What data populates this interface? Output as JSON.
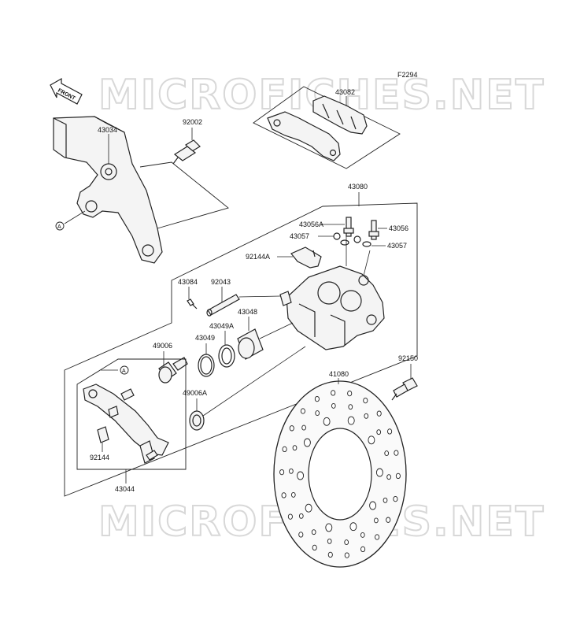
{
  "figure_code": "F2294",
  "watermarks": [
    "MICROFICHES.NET",
    "MICROFICHES.NET"
  ],
  "front_arrow": "FRONT",
  "ref_markers": [
    "A",
    "A"
  ],
  "parts": [
    {
      "id": "p43082",
      "label": "43082"
    },
    {
      "id": "p43034",
      "label": "43034"
    },
    {
      "id": "p92002",
      "label": "92002"
    },
    {
      "id": "p43080",
      "label": "43080"
    },
    {
      "id": "p43056A",
      "label": "43056A"
    },
    {
      "id": "p43056",
      "label": "43056"
    },
    {
      "id": "p43057a",
      "label": "43057"
    },
    {
      "id": "p43057b",
      "label": "43057"
    },
    {
      "id": "p92144A",
      "label": "92144A"
    },
    {
      "id": "p43084",
      "label": "43084"
    },
    {
      "id": "p92043",
      "label": "92043"
    },
    {
      "id": "p43048",
      "label": "43048"
    },
    {
      "id": "p43049A",
      "label": "43049A"
    },
    {
      "id": "p43049",
      "label": "43049"
    },
    {
      "id": "p49006",
      "label": "49006"
    },
    {
      "id": "p49006A",
      "label": "49006A"
    },
    {
      "id": "p41080",
      "label": "41080"
    },
    {
      "id": "p92150",
      "label": "92150"
    },
    {
      "id": "p92144",
      "label": "92144"
    },
    {
      "id": "p43044",
      "label": "43044"
    }
  ]
}
